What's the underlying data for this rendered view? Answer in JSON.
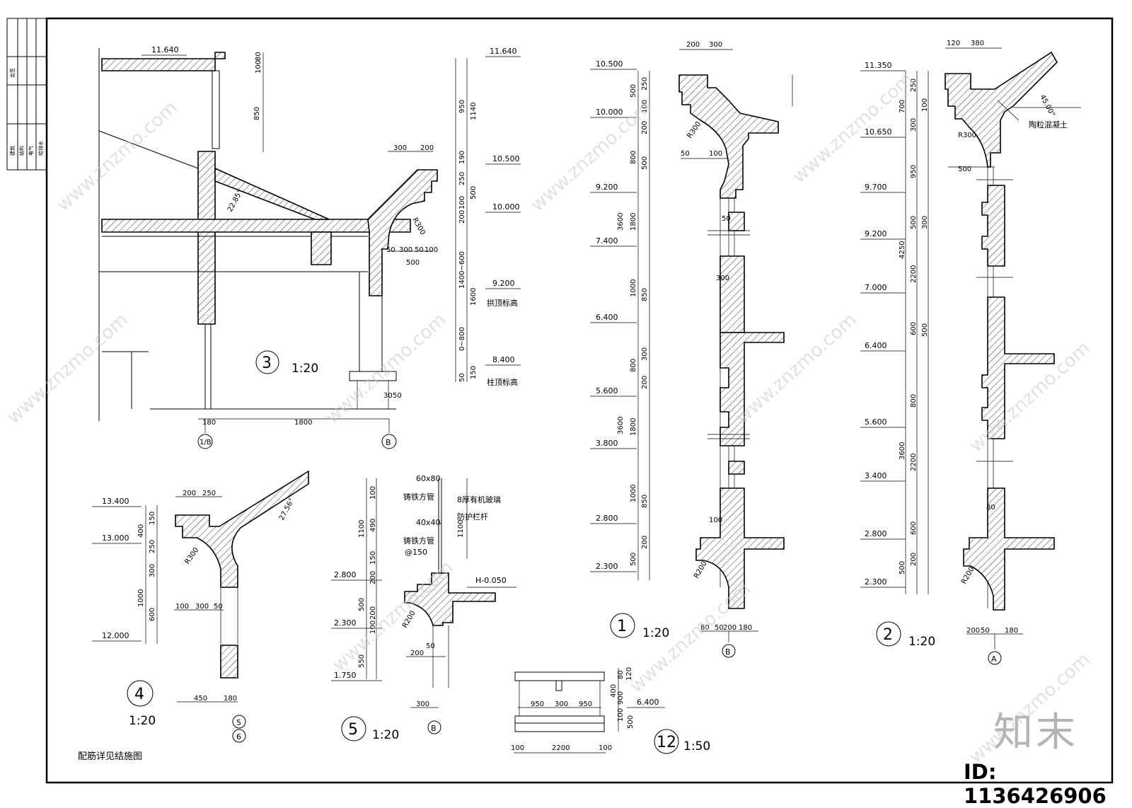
{
  "title_block": {
    "cells": [
      "会签",
      "建筑",
      "结构",
      "电气",
      "给排水"
    ]
  },
  "detail3": {
    "number": "3",
    "scale": "1:20",
    "levels": [
      "11.640",
      "10.500",
      "10.000",
      "9.200",
      "8.400"
    ],
    "level_notes": {
      "arch_top": "拱顶标高",
      "column_top": "柱顶标高"
    },
    "angle": "22.85°",
    "radius": "R300",
    "dims": [
      "100",
      "80",
      "850",
      "300",
      "200",
      "50",
      "300",
      "50",
      "100",
      "500",
      "180",
      "1800",
      "30",
      "50",
      "950",
      "1140",
      "190",
      "250",
      "250",
      "500",
      "100",
      "50",
      "200",
      "1400~600",
      "1600",
      "0~800",
      "150",
      "50",
      "100"
    ],
    "axes": [
      "1/B",
      "B"
    ]
  },
  "detail4": {
    "number": "4",
    "scale": "1:20",
    "levels": [
      "13.400",
      "13.000",
      "12.000"
    ],
    "angle": "27.56°",
    "radius": "R300",
    "dims": [
      "200",
      "250",
      "400",
      "150",
      "100",
      "250",
      "300",
      "1000",
      "600",
      "100",
      "300",
      "50",
      "450",
      "180"
    ],
    "axes": [
      "5",
      "6"
    ]
  },
  "detail5": {
    "number": "5",
    "scale": "1:20",
    "levels": [
      "2.800",
      "2.300",
      "1.750"
    ],
    "pipe1_size": "60x80",
    "pipe1_label": "铸铁方管",
    "pipe2_size": "40x40",
    "pipe2_label": "铸铁方管",
    "pipe2_spacing": "@150",
    "glass_line1": "8厚有机玻璃",
    "glass_line2": "防护栏杆",
    "floor_level": "H-0.050",
    "radius": "R200",
    "dims": [
      "100",
      "490",
      "1100",
      "150",
      "200",
      "500",
      "200",
      "100",
      "550",
      "200",
      "50",
      "300",
      "80",
      "40",
      "1100"
    ],
    "axis": "B"
  },
  "detail12": {
    "number": "12",
    "scale": "1:50",
    "level": "6.400",
    "dims": [
      "950",
      "300",
      "950",
      "100",
      "2200",
      "100",
      "80",
      "120",
      "400",
      "900",
      "100",
      "500",
      "200",
      "100"
    ]
  },
  "detail1": {
    "number": "1",
    "scale": "1:20",
    "levels": [
      "10.500",
      "10.000",
      "9.200",
      "7.400",
      "6.400",
      "5.600",
      "3.800",
      "2.800",
      "2.300"
    ],
    "radius_top": "R300",
    "radius_bottom": "R200",
    "dims": [
      "200",
      "300",
      "500",
      "250",
      "100",
      "50",
      "200",
      "800",
      "500",
      "100",
      "3600",
      "1800",
      "1000",
      "850",
      "300",
      "100",
      "200",
      "100",
      "50",
      "300",
      "80",
      "50",
      "200",
      "50",
      "50",
      "180"
    ],
    "axis": "B"
  },
  "detail2": {
    "number": "2",
    "scale": "1:20",
    "levels": [
      "11.350",
      "10.650",
      "9.700",
      "9.200",
      "7.000",
      "6.400",
      "5.600",
      "3.400",
      "2.800",
      "2.300"
    ],
    "angle": "45.00°",
    "radius_top": "R300",
    "radius_bottom": "R200",
    "note": "陶粒混凝土",
    "dims": [
      "120",
      "380",
      "700",
      "250",
      "100",
      "300",
      "950",
      "4250",
      "2200",
      "500",
      "600",
      "800",
      "3600",
      "200",
      "100",
      "50",
      "80",
      "180"
    ],
    "axis": "A"
  },
  "footnote": "配筋详见结施图",
  "watermark": "www.znzmo.com",
  "logo": "知末",
  "id_label": "ID: 1136426906"
}
